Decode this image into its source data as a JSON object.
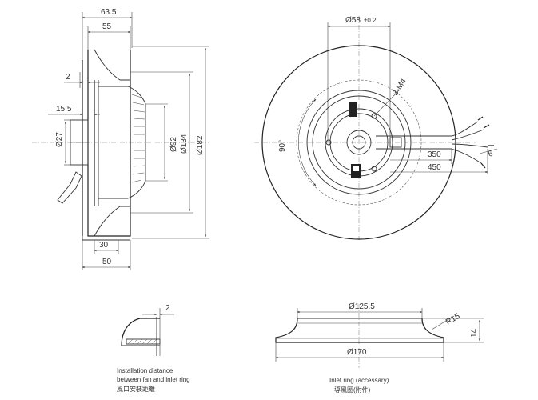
{
  "side_view": {
    "dim_63_5": "63.5",
    "dim_55": "55",
    "dim_2": "2",
    "dim_15_5": "15.5",
    "dim_d27": "Ø27",
    "dim_d92": "Ø92",
    "dim_d134": "Ø134",
    "dim_d182": "Ø182",
    "dim_30": "30",
    "dim_50": "50"
  },
  "front_view": {
    "dim_d58": "Ø58",
    "dim_d58_tol": "±0.2",
    "dim_3m4": "3-M4",
    "dim_90deg": "90°",
    "dim_350": "350",
    "dim_450": "450",
    "dim_6": "6"
  },
  "install_detail": {
    "dim_2": "2",
    "caption_en_1": "Installation distance",
    "caption_en_2": "between fan and inlet ring",
    "caption_cn": "風口安裝距離"
  },
  "inlet_ring": {
    "dim_d125_5": "Ø125.5",
    "dim_r15": "R15",
    "dim_14": "14",
    "dim_d170": "Ø170",
    "caption_en": "Inlet ring  (accessary)",
    "caption_cn": "導風圈(附件)"
  }
}
